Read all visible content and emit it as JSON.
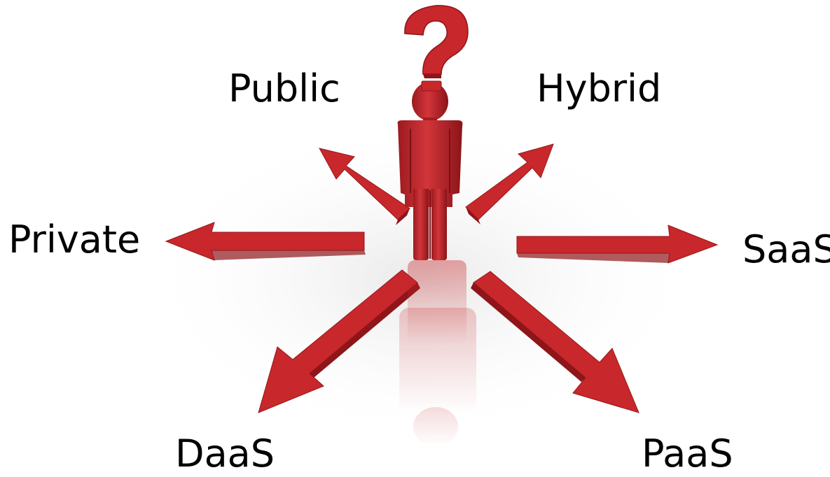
{
  "colors": {
    "accent": "#c8272b",
    "accent_light": "#e0454a",
    "accent_dark": "#8e1519",
    "text": "#000000"
  },
  "labels": {
    "public": "Public",
    "hybrid": "Hybrid",
    "private": "Private",
    "saas": "SaaS",
    "daas": "DaaS",
    "paas": "PaaS"
  },
  "icons": {
    "figure": "person-icon",
    "question": "question-mark-icon"
  }
}
